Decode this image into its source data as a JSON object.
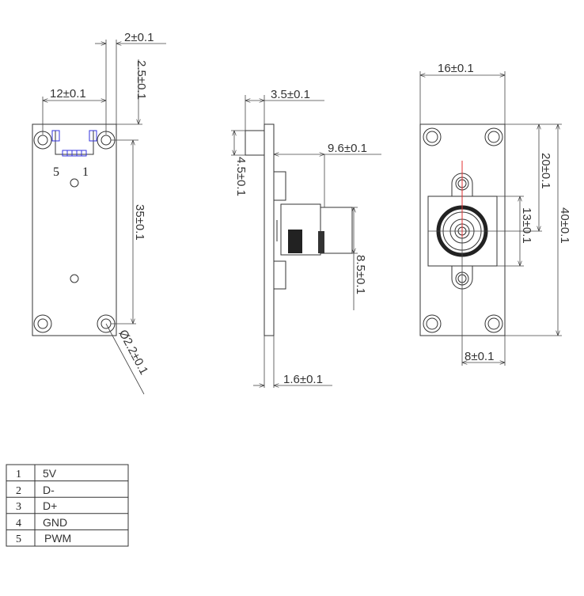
{
  "front_view": {
    "dims": {
      "hole_spacing": "12±0.1",
      "hole_offset_x": "2±0.1",
      "hole_offset_y": "2.5±0.1",
      "hole_spacing_vertical": "35±0.1",
      "hole_diameter": "Ø2.2±0.1"
    },
    "pin_labels": {
      "left": "5",
      "right": "1"
    }
  },
  "side_view": {
    "dims": {
      "connector_depth": "3.5±0.1",
      "connector_height": "4.5±0.1",
      "lens_depth": "9.6±0.1",
      "lens_diameter": "8.5±0.1",
      "board_thickness": "1.6±0.1"
    }
  },
  "back_view": {
    "dims": {
      "width": "16±0.1",
      "height": "40±0.1",
      "center_y": "20±0.1",
      "mount_size": "13±0.1",
      "center_x": "8±0.1"
    },
    "centerline_color": "#e03030"
  },
  "pinout": {
    "rows": [
      {
        "pin": "1",
        "signal": "5V"
      },
      {
        "pin": "2",
        "signal": "D-"
      },
      {
        "pin": "3",
        "signal": "D+"
      },
      {
        "pin": "4",
        "signal": "GND"
      },
      {
        "pin": "5",
        "signal": "PWM"
      }
    ]
  }
}
